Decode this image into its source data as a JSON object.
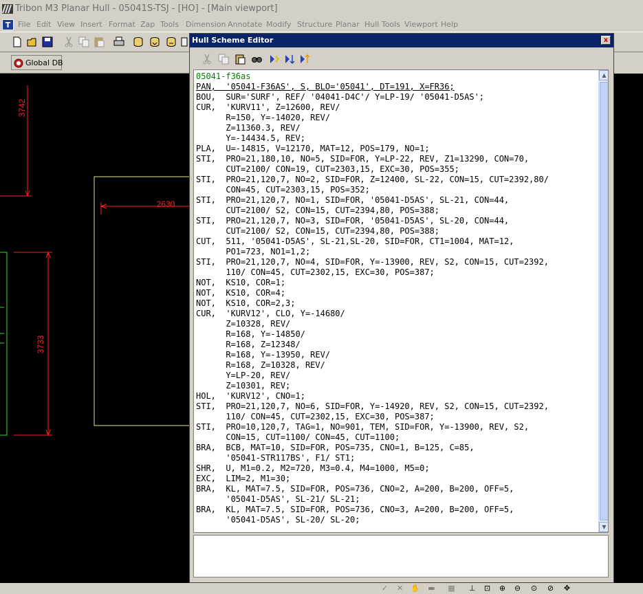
{
  "window": {
    "title": "Tribon M3 Planar Hull - 05041S-TSJ - [HO] - [Main viewport]"
  },
  "menubar": {
    "items": [
      "File",
      "Edit",
      "View",
      "Insert",
      "Format",
      "Zap",
      "Tools",
      "Dimension",
      "Annotate",
      "Modify",
      "Structure",
      "Planar",
      "Hull Tools",
      "Viewport",
      "Help"
    ]
  },
  "toolbar2": {
    "global_db_label": "Global DB"
  },
  "drawing": {
    "colors": {
      "red": "#ff2020",
      "yellow": "#e8e87a",
      "green": "#30e030"
    },
    "dim_3742": "3742",
    "dim_2630": "2630",
    "dim_3733": "3733"
  },
  "editor_window": {
    "title": "Hull Scheme Editor",
    "close_label": "x"
  },
  "editor": {
    "lines": [
      "05041-f36as",
      "PAN,  '05041-F36AS', S, BLO='05041', DT=191, X=FR36;",
      "BOU,  SUR='SURF', REF/ '04041-D4C'/ Y=LP-19/ '05041-D5AS';",
      "CUR,  'KURV11', Z=12600, REV/",
      "      R=150, Y=-14020, REV/",
      "      Z=11360.3, REV/",
      "      Y=-14434.5, REV;",
      "PLA,  U=-14815, V=12170, MAT=12, POS=179, NO=1;",
      "STI,  PRO=21,180,10, NO=5, SID=FOR, Y=LP-22, REV, Z1=13290, CON=70,",
      "      CUT=2100/ CON=19, CUT=2303,15, EXC=30, POS=355;",
      "STI,  PRO=21,120,7, NO=2, SID=FOR, Z=12400, SL-22, CON=15, CUT=2392,80/",
      "      CON=45, CUT=2303,15, POS=352;",
      "STI,  PRO=21,120,7, NO=1, SID=FOR, '05041-D5AS', SL-21, CON=44,",
      "      CUT=2100/ S2, CON=15, CUT=2394,80, POS=388;",
      "STI,  PRO=21,120,7, NO=3, SID=FOR, '05041-D5AS', SL-20, CON=44,",
      "      CUT=2100/ S2, CON=15, CUT=2394,80, POS=388;",
      "CUT,  511, '05041-D5AS', SL-21,SL-20, SID=FOR, CT1=1004, MAT=12,",
      "      PO1=723, NO1=1,2;",
      "STI,  PRO=21,120,7, NO=4, SID=FOR, Y=-13900, REV, S2, CON=15, CUT=2392,",
      "      110/ CON=45, CUT=2302,15, EXC=30, POS=387;",
      "NOT,  KS10, COR=1;",
      "NOT,  KS10, COR=4;",
      "NOT,  KS10, COR=2,3;",
      "CUR,  'KURV12', CLO, Y=-14680/",
      "      Z=10328, REV/",
      "      R=168, Y=-14850/",
      "      R=168, Z=12348/",
      "      R=168, Y=-13950, REV/",
      "      R=168, Z=10328, REV/",
      "      Y=LP-20, REV/",
      "      Z=10301, REV;",
      "HOL,  'KURV12', CNO=1;",
      "STI,  PRO=21,120,7, NO=6, SID=FOR, Y=-14920, REV, S2, CON=15, CUT=2392,",
      "      110/ CON=45, CUT=2302,15, EXC=30, POS=387;",
      "STI,  PRO=10,120,7, TAG=1, NO=901, TEM, SID=FOR, Y=-13900, REV, S2,",
      "      CON=15, CUT=1100/ CON=45, CUT=1100;",
      "BRA,  BCB, MAT=10, SID=FOR, POS=735, CNO=1, B=125, C=85,",
      "      '05041-STR117BS', F1/ ST1;",
      "SHR,  U, M1=0.2, M2=720, M3=0.4, M4=1000, M5=0;",
      "EXC,  LIM=2, M1=30;",
      "BRA,  KL, MAT=7.5, SID=FOR, POS=736, CNO=2, A=200, B=200, OFF=5,",
      "      '05041-D5AS', SL-21/ SL-21;",
      "BRA,  KL, MAT=7.5, SID=FOR, POS=736, CNO=3, A=200, B=200, OFF=5,",
      "      '05041-D5AS', SL-20/ SL-20;"
    ]
  }
}
